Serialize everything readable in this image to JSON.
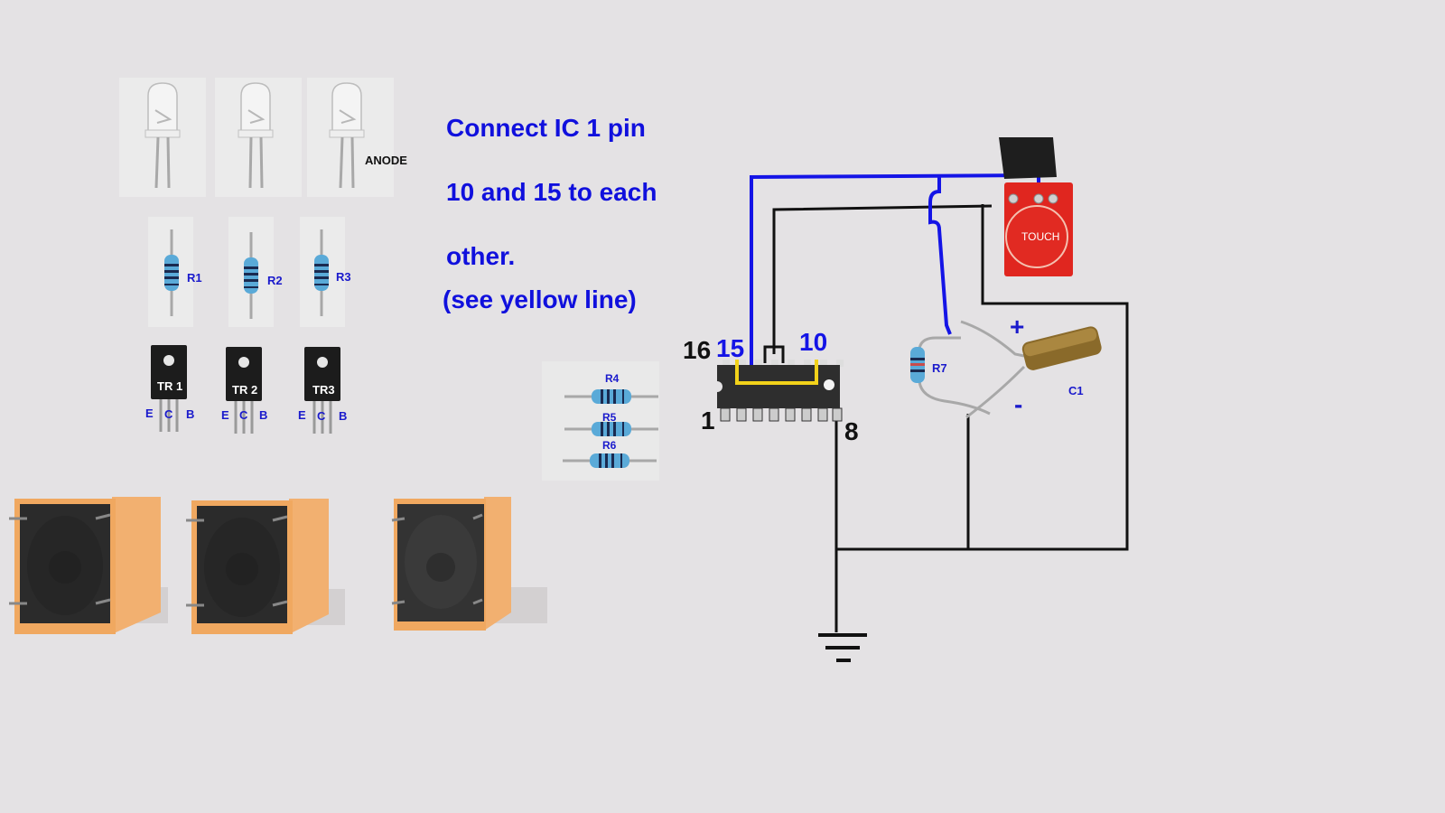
{
  "instructions": {
    "line1": "Connect IC 1 pin",
    "line2": "10 and 15 to each",
    "line3": "other.",
    "line4": "(see yellow line)"
  },
  "leds": {
    "count": 3,
    "anode_label": "ANODE"
  },
  "resistors_vertical": [
    {
      "label": "R1"
    },
    {
      "label": "R2"
    },
    {
      "label": "R3"
    }
  ],
  "transistors": [
    {
      "label": "TR 1",
      "pins": [
        "E",
        "C",
        "B"
      ]
    },
    {
      "label": "TR 2",
      "pins": [
        "E",
        "C",
        "B"
      ]
    },
    {
      "label": "TR3",
      "pins": [
        "E",
        "C",
        "B"
      ]
    }
  ],
  "resistors_horizontal": [
    {
      "label": "R4"
    },
    {
      "label": "R5"
    },
    {
      "label": "R6"
    }
  ],
  "relays": {
    "count": 3
  },
  "ic": {
    "pin16": "16",
    "pin15": "15",
    "pin10": "10",
    "pin1": "1",
    "pin8": "8"
  },
  "touch_module": {
    "label": "TOUCH"
  },
  "timing": {
    "resistor_label": "R7",
    "capacitor_label": "C1",
    "plus": "+",
    "minus": "-"
  },
  "colors": {
    "background": "#e4e2e4",
    "wire_blue": "#1414e6",
    "wire_black": "#111111",
    "yellow_link": "#f2d21a",
    "touch_red": "#e0261f",
    "relay_orange": "#f0a860",
    "label_blue": "#1a1acc"
  }
}
